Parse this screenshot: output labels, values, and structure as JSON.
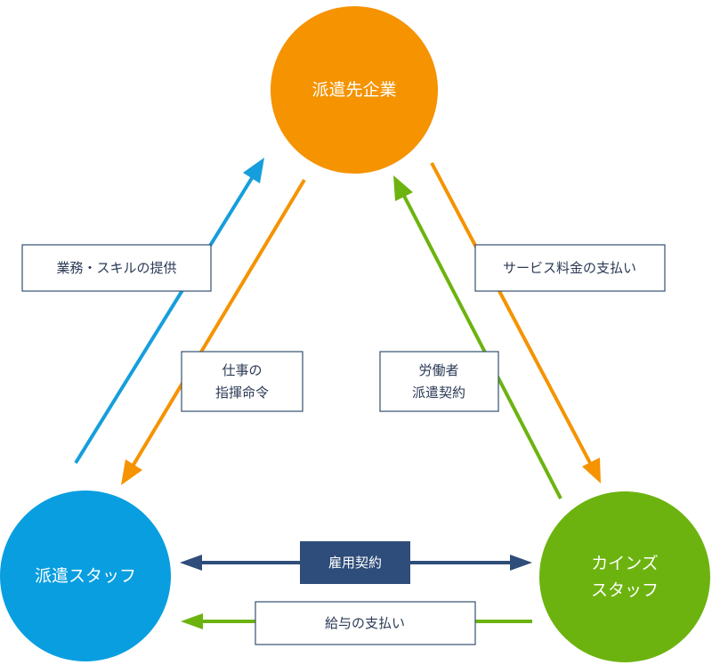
{
  "nodes": {
    "client": {
      "label": "派遣先企業",
      "color": "#F59300"
    },
    "staff": {
      "label": "派遣スタッフ",
      "color": "#089EE0"
    },
    "kains": {
      "label_line1": "カインズ",
      "label_line2": "スタッフ",
      "color": "#6CB30F"
    }
  },
  "relations": {
    "service": "業務・スキルの提供",
    "command_line1": "仕事の",
    "command_line2": "指揮命令",
    "dispatch_line1": "労働者",
    "dispatch_line2": "派遣契約",
    "fee": "サービス料金の支払い",
    "employment": "雇用契約",
    "salary": "給与の支払い"
  },
  "colors": {
    "blue_arrow": "#169EDC",
    "orange_arrow": "#F59300",
    "green_arrow": "#6CB30F",
    "navy": "#2F4D7A",
    "box_border": "#34506F"
  }
}
